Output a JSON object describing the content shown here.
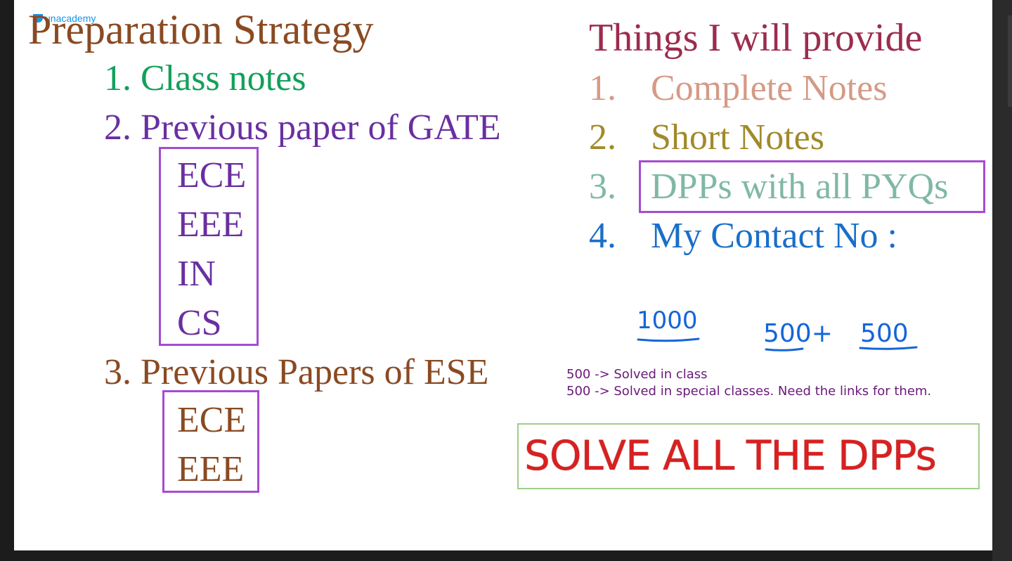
{
  "logo": {
    "text": "unacademy",
    "icon": "unacademy-logo-icon",
    "color": "#1496e8"
  },
  "left": {
    "heading": "Preparation Strategy",
    "items": [
      {
        "num": "1.",
        "label": "Class notes",
        "color": "#12a05a"
      },
      {
        "num": "2.",
        "label": "Previous paper of GATE",
        "color": "#6a2fa0"
      },
      {
        "num": "3.",
        "label": "Previous Papers of ESE",
        "color": "#8a4a22"
      }
    ],
    "gate_branches": [
      "ECE",
      "EEE",
      "IN",
      "CS"
    ],
    "ese_branches": [
      "ECE",
      "EEE"
    ]
  },
  "right": {
    "heading": "Things I will provide",
    "items": [
      {
        "num": "1.",
        "label": "Complete Notes",
        "color": "#d59a86"
      },
      {
        "num": "2.",
        "label": "Short Notes",
        "color": "#a08a2a"
      },
      {
        "num": "3.",
        "label": "DPPs with all PYQs",
        "color": "#7fb8a6"
      },
      {
        "num": "4.",
        "label": "My Contact No :",
        "color": "#1a6fc8"
      }
    ]
  },
  "handwriting": {
    "a": "1000",
    "b": "500+",
    "c": "500"
  },
  "notes": [
    "500 -> Solved in class",
    "500 -> Solved in special classes. Need the links for them."
  ],
  "banner": "SOLVE ALL THE DPPs",
  "colors": {
    "box": "#a64bd1",
    "banner_border": "#9fce8a",
    "banner_text": "#d82020"
  }
}
